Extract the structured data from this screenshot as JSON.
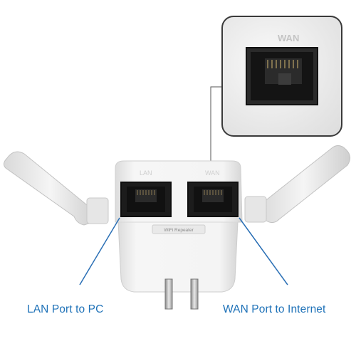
{
  "product": {
    "port_left_label": "LAN",
    "port_right_label": "WAN",
    "label_sticker_text": "WiFi Repeater"
  },
  "zoom_callout": {
    "port_label": "WAN"
  },
  "captions": {
    "lan": "LAN Port to PC",
    "wan": "WAN Port to Internet"
  },
  "colors": {
    "caption_text": "#1f72b8",
    "callout_line": "#2a6fb5",
    "device_body": "#f1f1f1",
    "port_black": "#151515"
  }
}
